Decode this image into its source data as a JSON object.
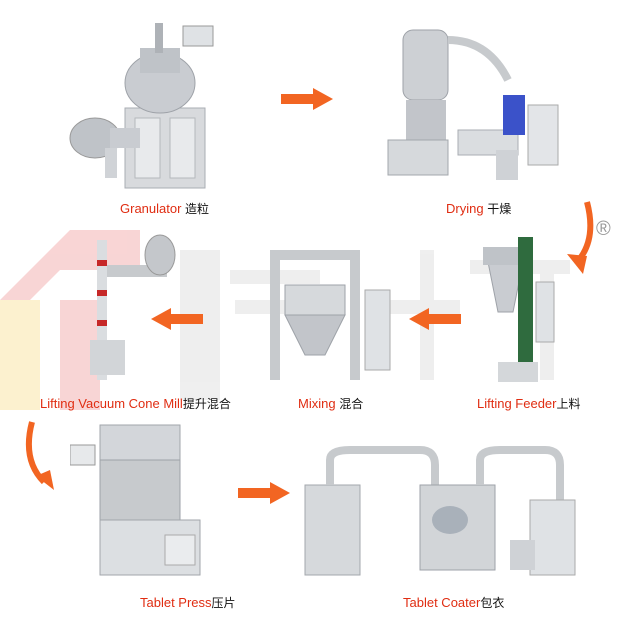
{
  "steps": [
    {
      "en": "Granulator",
      "zh": "造粒"
    },
    {
      "en": "Drying",
      "zh": "干燥"
    },
    {
      "en": "Lifting Feeder",
      "zh": "上料"
    },
    {
      "en": "Mixing",
      "zh": "混合"
    },
    {
      "en": "Lifting Vacuum Cone Mill",
      "zh": "提升混合"
    },
    {
      "en": "Tablet Press",
      "zh": "压片"
    },
    {
      "en": "Tablet Coater",
      "zh": "包衣"
    }
  ],
  "watermark": {
    "symbol": "®"
  },
  "colors": {
    "label_en": "#e02d12",
    "arrow": "#f26522",
    "steel": "#c9ccd1",
    "watermark_red": "#f4b3b3",
    "watermark_yellow": "#fbe7a8"
  }
}
